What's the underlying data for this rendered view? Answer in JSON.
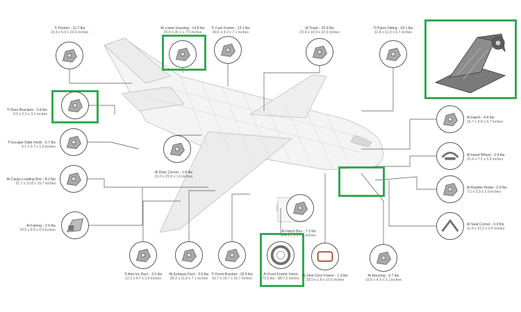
{
  "highlight_color": "#34a853",
  "parts": [
    {
      "id": "ti-torsion",
      "name": "Ti Torsion - 11.7 lbs",
      "dims": "13.4 x 5.9 x 10.6 inches",
      "icon": "torsion-bracket-icon"
    },
    {
      "id": "al-lower-housing",
      "name": "Al Lower Housing - 14.8 lbs",
      "dims": "25.6 x 20.1 x 7.5 inches",
      "icon": "lower-housing-icon"
    },
    {
      "id": "ti-cast-frame",
      "name": "Ti Cast Frame - 13.2 lbs",
      "dims": "40.6 x 4.3 x 7.1 inches",
      "icon": "cast-frame-icon"
    },
    {
      "id": "al-track",
      "name": "Al Track - 20.9 lbs",
      "dims": "23.4 x 19.9 x 10.0 inches",
      "icon": "track-icon"
    },
    {
      "id": "ti-pylon-fitting",
      "name": "Ti Pylon Fitting - 18.1 lbs",
      "dims": "11.4 x 11.0 x 6.7 inches",
      "icon": "pylon-fitting-icon"
    },
    {
      "id": "ti-door-brackets",
      "name": "Ti Door Brackets - 0.4 lbs",
      "dims": "5.1 x 2.0 x 3.1 inches",
      "icon": "door-brackets-icon"
    },
    {
      "id": "ti-escape-slide-hook",
      "name": "Ti Escape Slide Hook - 0.7 lbs",
      "dims": "4.1 x 3.7 x 1.6 inches",
      "icon": "escape-slide-hook-icon"
    },
    {
      "id": "al-door-corner",
      "name": "Al Door Corner - 1.8 lbs",
      "dims": "22.0 x 23.0 x 1.6 inches",
      "icon": "door-corner-icon"
    },
    {
      "id": "al-cargo-loading-box",
      "name": "Al Cargo Loading Box - 8.2 lbs",
      "dims": "21.7 x 13.8 x 15.7 inches",
      "icon": "cargo-loading-box-icon"
    },
    {
      "id": "al-fairing",
      "name": "Al Fairing - 2.9 lbs",
      "dims": "18.5 x 9.5 x 6.9 inches",
      "icon": "fairing-icon"
    },
    {
      "id": "al-hatch",
      "name": "Al Hatch - 4.4 lbs",
      "dims": "15.7 x 9.9 x 4.7 inches",
      "icon": "hatch-icon"
    },
    {
      "id": "al-hand-wheel",
      "name": "Al Hand Wheel - 2.4 lbs",
      "dims": "15.4 x 7.1 x 3.9 inches",
      "icon": "hand-wheel-icon"
    },
    {
      "id": "al-rudder-pedal",
      "name": "Al Rudder Pedal - 0.9 lbs",
      "dims": "7.1 x 5.9 x 3.9 inches",
      "icon": "rudder-pedal-icon"
    },
    {
      "id": "al-seal-corner",
      "name": "Al Seal Corner - 0.9 lbs",
      "dims": "11.0 x 10.2 x 2.6 inches",
      "icon": "seal-corner-icon"
    },
    {
      "id": "al-hatch-box",
      "name": "Al Hatch Box - 7.1 lbs",
      "dims": "9.4 x 7.1 x 7.5 inches",
      "icon": "hatch-box-icon"
    },
    {
      "id": "ti-anti-ice-duct",
      "name": "Ti Anti Ice Duct - 3.5 lbs",
      "dims": "12.2 x 4.7 x 3.5 inches",
      "icon": "anti-ice-duct-icon"
    },
    {
      "id": "al-exhaust-duct",
      "name": "Al Exhaust Duct - 3.5 lbs",
      "dims": "28.3 x 11.8 x 7.1 inches",
      "icon": "exhaust-duct-icon"
    },
    {
      "id": "ti-front-bracket",
      "name": "Ti Front Bracket - 15.9 lbs",
      "dims": "19.7 x 19.7 x 15.7 inches",
      "icon": "front-bracket-icon"
    },
    {
      "id": "al-front-frame-v",
      "name": "Al Front Frame Vstrut",
      "dims": "70.5 lbs - Ø27.6 inches",
      "icon": "front-frame-ring-icon"
    },
    {
      "id": "al-vent-door-frame",
      "name": "Al Vent Door Frame - 1.3 lbs",
      "dims": "18.9 x 1.8 x 10.6 inches",
      "icon": "vent-door-frame-icon"
    },
    {
      "id": "al-housing",
      "name": "Al Housing - 0.7 lbs",
      "dims": "10.0 x 4.9 x 3.1 inches",
      "icon": "housing-icon"
    }
  ]
}
